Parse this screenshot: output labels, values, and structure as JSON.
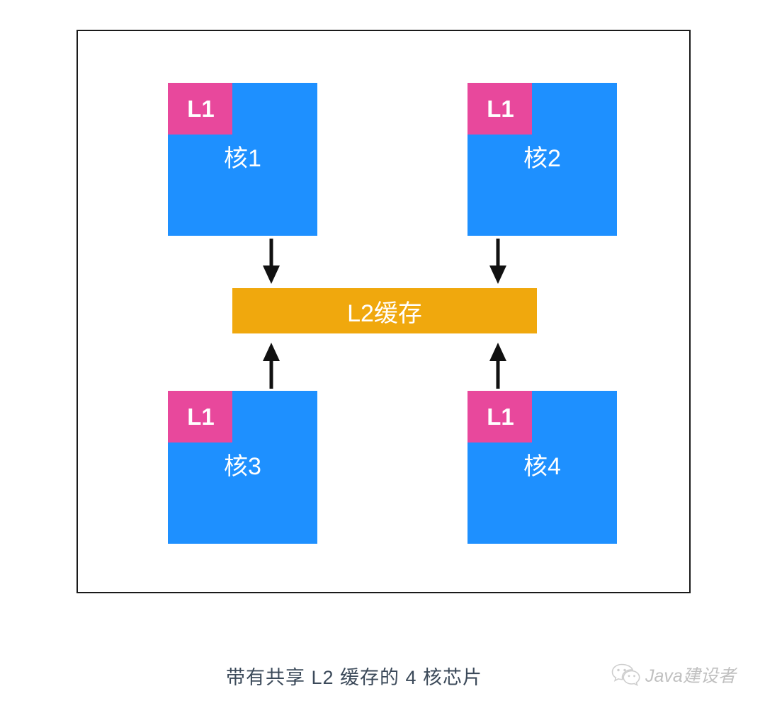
{
  "diagram": {
    "title_caption": "带有共享 L2 缓存的 4 核芯片",
    "frame_label": "chip-package",
    "colors": {
      "core_blue": "#1e90ff",
      "l1_pink": "#e8489c",
      "l2_orange": "#f0a80d",
      "frame_border": "#1a1a1a",
      "arrow": "#111111",
      "caption_text": "#3c4a5a",
      "background": "#ffffff"
    },
    "cores": [
      {
        "id": "core-1",
        "label": "核1",
        "cache_label": "L1",
        "position": "top-left"
      },
      {
        "id": "core-2",
        "label": "核2",
        "cache_label": "L1",
        "position": "top-right"
      },
      {
        "id": "core-3",
        "label": "核3",
        "cache_label": "L1",
        "position": "bottom-left"
      },
      {
        "id": "core-4",
        "label": "核4",
        "cache_label": "L1",
        "position": "bottom-right"
      }
    ],
    "shared_cache": {
      "id": "l2-cache",
      "label": "L2缓存"
    },
    "arrows": [
      {
        "id": "arrow-core1-to-l2",
        "direction": "down",
        "from": "核1",
        "to": "L2缓存"
      },
      {
        "id": "arrow-core2-to-l2",
        "direction": "down",
        "from": "核2",
        "to": "L2缓存"
      },
      {
        "id": "arrow-core3-to-l2",
        "direction": "up",
        "from": "核3",
        "to": "L2缓存"
      },
      {
        "id": "arrow-core4-to-l2",
        "direction": "up",
        "from": "核4",
        "to": "L2缓存"
      }
    ]
  },
  "watermark": {
    "icon": "wechat-icon",
    "text": "Java建设者"
  }
}
